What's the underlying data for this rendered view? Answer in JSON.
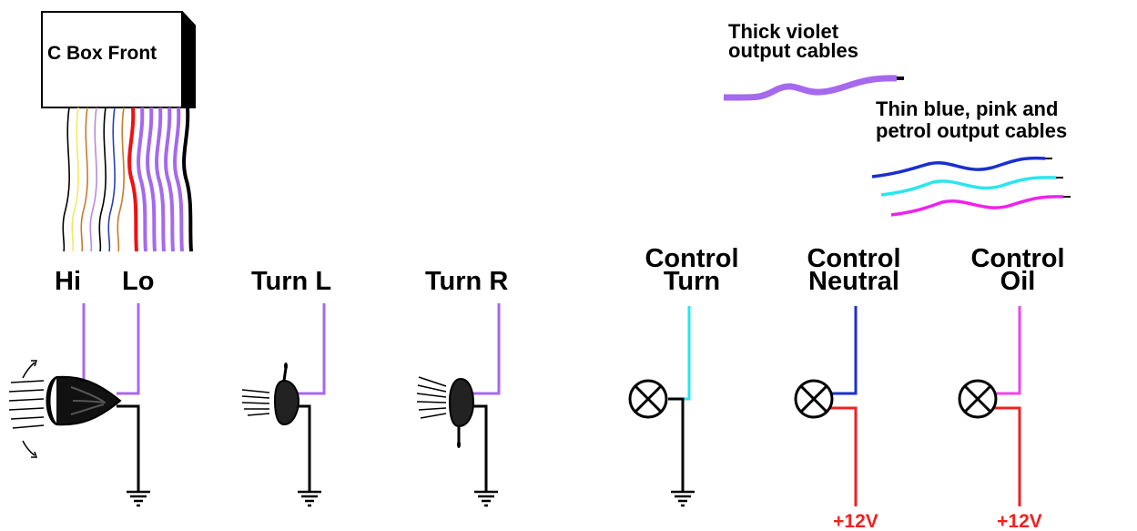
{
  "cbox": {
    "label": "C Box Front",
    "wire_colors": [
      "#000000",
      "#f5e663",
      "#c77b2a",
      "#bb88dd",
      "#000000",
      "#2a3fb6",
      "#c77b2a"
    ],
    "right_wire_colors": [
      "#ee1111",
      "#a569ee",
      "#a569ee",
      "#a569ee",
      "#a569ee",
      "#a569ee",
      "#000000"
    ]
  },
  "legend": {
    "thick": {
      "label_line1": "Thick violet",
      "label_line2": "output cables",
      "color": "#a569ee"
    },
    "thin": {
      "label_line1": "Thin blue, pink and",
      "label_line2": "petrol output cables",
      "colors": [
        "#1a2fd0",
        "#29e6ee",
        "#ee22ee"
      ]
    }
  },
  "circuits": {
    "headlight": {
      "hi": "Hi",
      "lo": "Lo"
    },
    "turn_left": {
      "label": "Turn L"
    },
    "turn_right": {
      "label": "Turn R"
    },
    "control_turn": {
      "line1": "Control",
      "line2": "Turn",
      "wire_color": "#29e6ee"
    },
    "control_neutral": {
      "line1": "Control",
      "line2": "Neutral",
      "wire_color": "#1a2fd0",
      "supply": "+12V"
    },
    "control_oil": {
      "line1": "Control",
      "line2": "Oil",
      "wire_color": "#ee44ee",
      "supply": "+12V"
    }
  },
  "colors": {
    "violet": "#a569ee",
    "ground": "#000000",
    "supply": "#ee2222"
  }
}
